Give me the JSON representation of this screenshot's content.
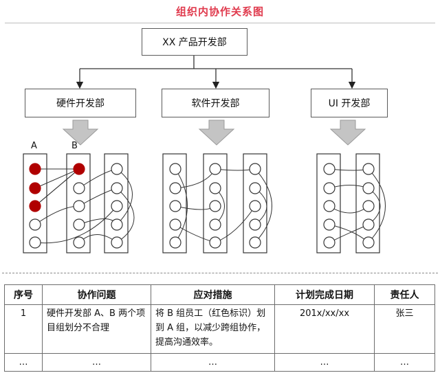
{
  "title": "组织内协作关系图",
  "top_node": "XX 产品开发部",
  "departments": [
    "硬件开发部",
    "软件开发部",
    "UI 开发部"
  ],
  "group_labels": {
    "a": "A",
    "b": "B"
  },
  "colors": {
    "title": "#e03a4d",
    "highlight": "#b00000",
    "arrow": "#bdbdbd"
  },
  "table": {
    "headers": [
      "序号",
      "协作问题",
      "应对措施",
      "计划完成日期",
      "责任人"
    ],
    "rows": [
      [
        "1",
        "硬件开发部 A、B 两个项目组划分不合理",
        "将 B 组员工（红色标识）划到 A 组，以减少跨组协作，提高沟通效率。",
        "201x/xx/xx",
        "张三"
      ],
      [
        "…",
        "…",
        "…",
        "…",
        "…"
      ]
    ]
  }
}
